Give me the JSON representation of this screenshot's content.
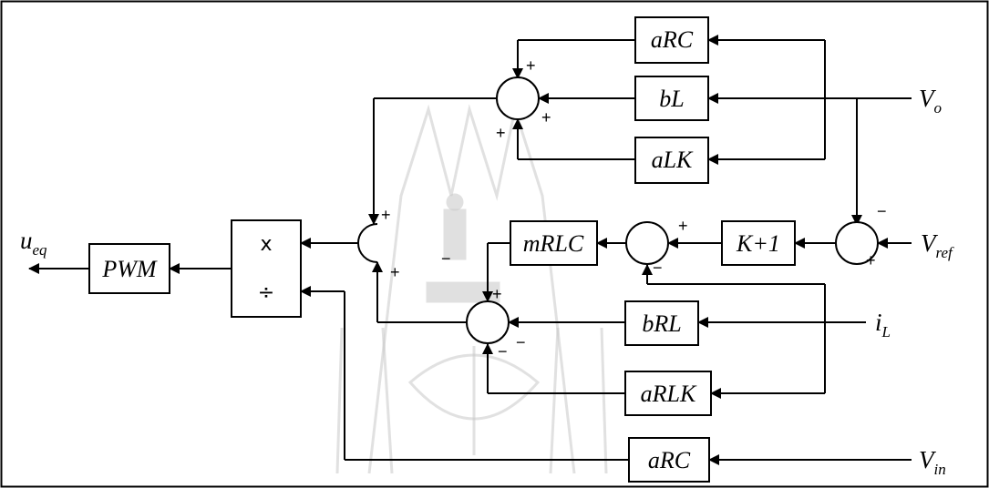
{
  "blocks": {
    "arc_top": "aRC",
    "bl": "bL",
    "alk": "aLK",
    "mrlc": "mRLC",
    "k1": "K+1",
    "brl": "bRL",
    "arlk": "aRLK",
    "arc_bottom": "aRC",
    "pwm": "PWM"
  },
  "divider": {
    "multiply": "x",
    "divide": "÷"
  },
  "signals": {
    "output": {
      "main": "u",
      "sub": "eq"
    },
    "vo": {
      "main": "V",
      "sub": "o"
    },
    "vref": {
      "main": "V",
      "sub": "ref"
    },
    "il": {
      "main": "i",
      "sub": "L"
    },
    "vin": {
      "main": "V",
      "sub": "in"
    }
  },
  "signs": {
    "s1_top": "+",
    "s1_right": "+",
    "s1_bottom": "+",
    "s2_top": "+",
    "s2_bottom": "+",
    "s3_left": "+",
    "s3_bottom": "−",
    "s4_right": "−",
    "s4_bottom": "+",
    "s5_top": "+",
    "s5_right": "−",
    "s5_bottom": "−",
    "center": "−"
  }
}
